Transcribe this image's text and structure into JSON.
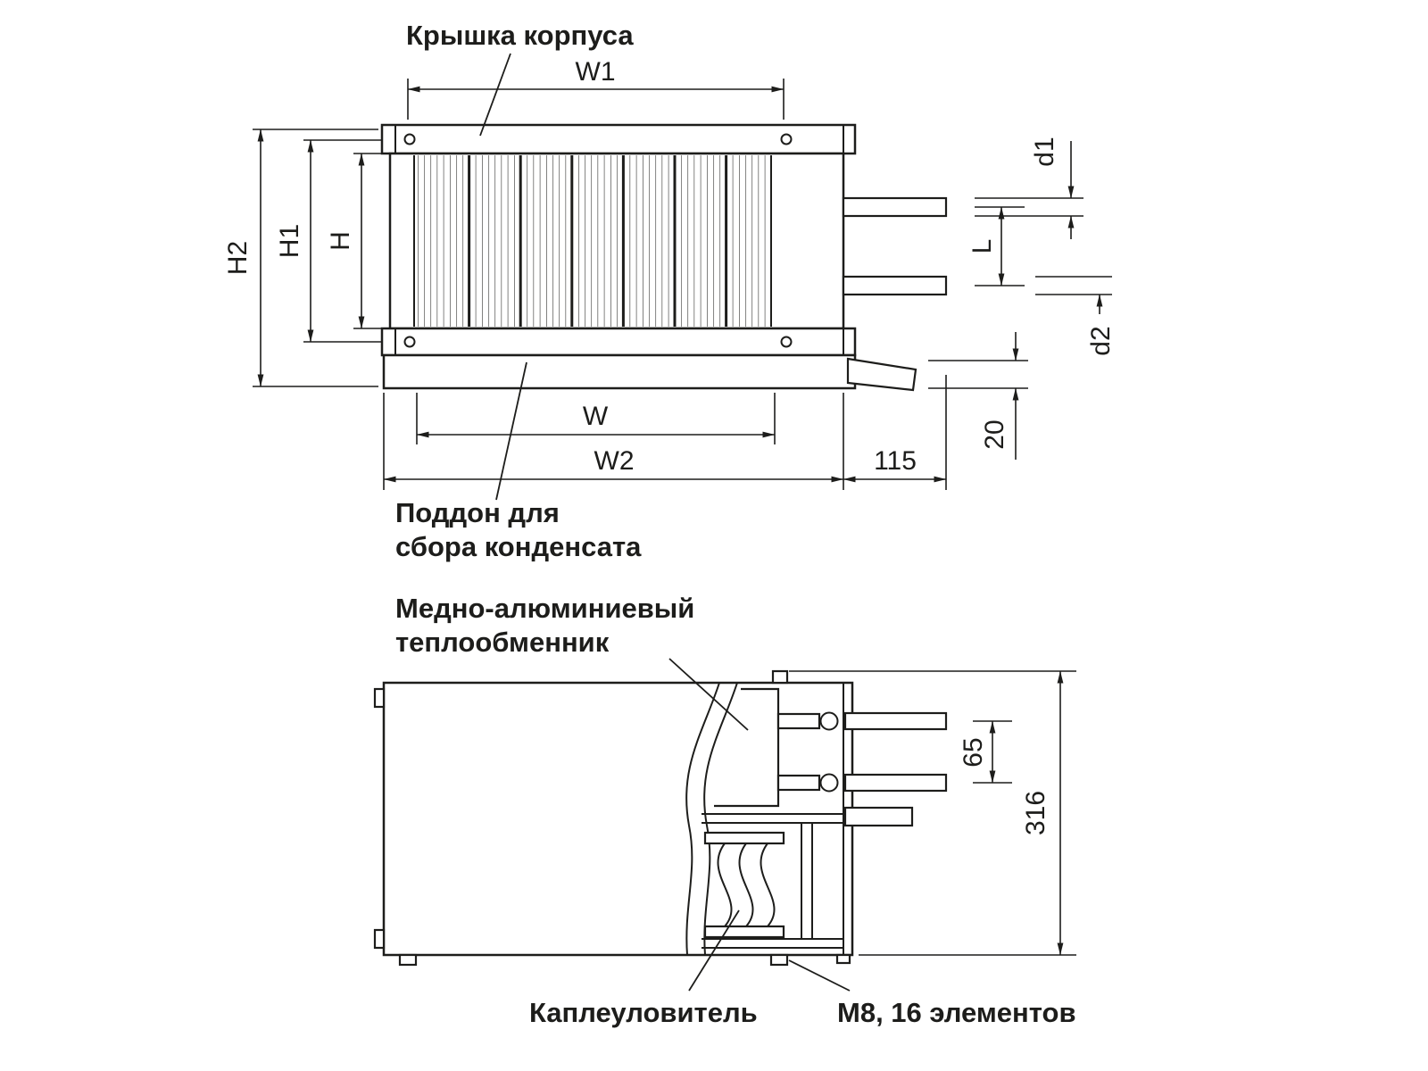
{
  "colors": {
    "line": "#1d1d1b",
    "background": "#ffffff"
  },
  "top_view": {
    "cover_label": "Крышка корпуса",
    "pan_label_line1": "Поддон для",
    "pan_label_line2": "сбора конденсата",
    "dims": {
      "w1": "W1",
      "h2": "H2",
      "h1": "H1",
      "h": "H",
      "w": "W",
      "w2": "W2",
      "pipe_offset": "115",
      "drain_height": "20",
      "d1": "d1",
      "l": "L",
      "d2": "d2"
    }
  },
  "side_view": {
    "hx_label_line1": "Медно-алюминиевый",
    "hx_label_line2": "теплообменник",
    "eliminator_label": "Каплеуловитель",
    "bolts_label": "М8, 16 элементов",
    "dims": {
      "pipe_spacing": "65",
      "depth": "316"
    }
  }
}
